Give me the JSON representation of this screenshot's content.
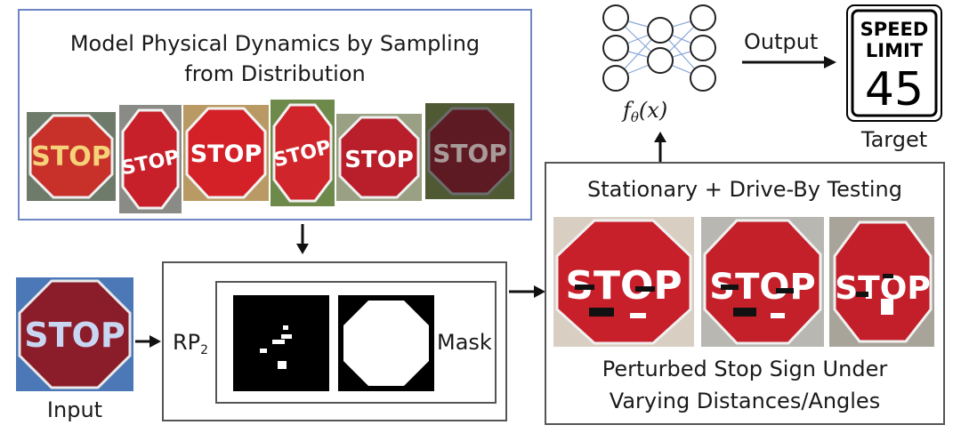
{
  "dynamics_box": {
    "title_line1": "Model Physical Dynamics by Sampling",
    "title_line2": "from Distribution",
    "sample_sign_text": "STOP"
  },
  "input": {
    "label": "Input",
    "sign_text": "STOP"
  },
  "rp2_box": {
    "label_main": "RP",
    "label_sub": "2",
    "mask_label": "Mask"
  },
  "network": {
    "formula": "f",
    "formula_sub": "θ",
    "formula_arg": "(x)"
  },
  "output": {
    "arrow_label": "Output"
  },
  "target": {
    "label": "Target",
    "sign_line1": "SPEED",
    "sign_line2": "LIMIT",
    "sign_number": "45"
  },
  "testing_box": {
    "title": "Stationary + Drive-By Testing",
    "caption_line1": "Perturbed Stop Sign Under",
    "caption_line2": "Varying Distances/Angles",
    "sign_text": "STOP"
  },
  "colors": {
    "stop_red": "#c8202a",
    "box_blue": "#6f86c4",
    "box_gray": "#555555",
    "network_edge": "#8aa7d8"
  }
}
